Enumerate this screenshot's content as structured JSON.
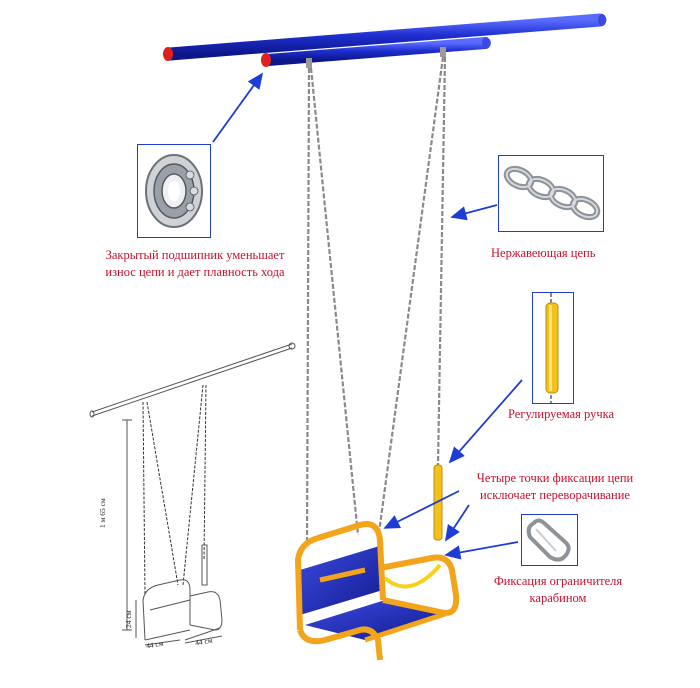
{
  "labels": {
    "bearing": [
      "Закрытый подшипник уменьшает",
      "износ цепи и дает плавность хода"
    ],
    "chain": "Нержавеющая цепь",
    "handle": "Регулируемая ручка",
    "fix_points": [
      "Четыре точки фиксации цепи",
      "исключает переворачивание"
    ],
    "carabiner": [
      "Фиксация ограничителя",
      "карабином"
    ]
  },
  "dimensions": {
    "height": "1 м 65 см",
    "seat_height": "24 см",
    "seat_depth": "44 см",
    "seat_width": "44 см"
  },
  "icons": {
    "bearing": "ball-bearing-icon",
    "chain": "chain-links-icon",
    "handle": "yellow-handle-icon",
    "carabiner": "carabiner-icon"
  },
  "colors": {
    "beam": "#1f2fd0",
    "beam_end": "#e0201c",
    "frame": "#f2a51a",
    "seat": "#2430c8",
    "label": "#c8102e",
    "arrow": "#1e3cd6"
  }
}
